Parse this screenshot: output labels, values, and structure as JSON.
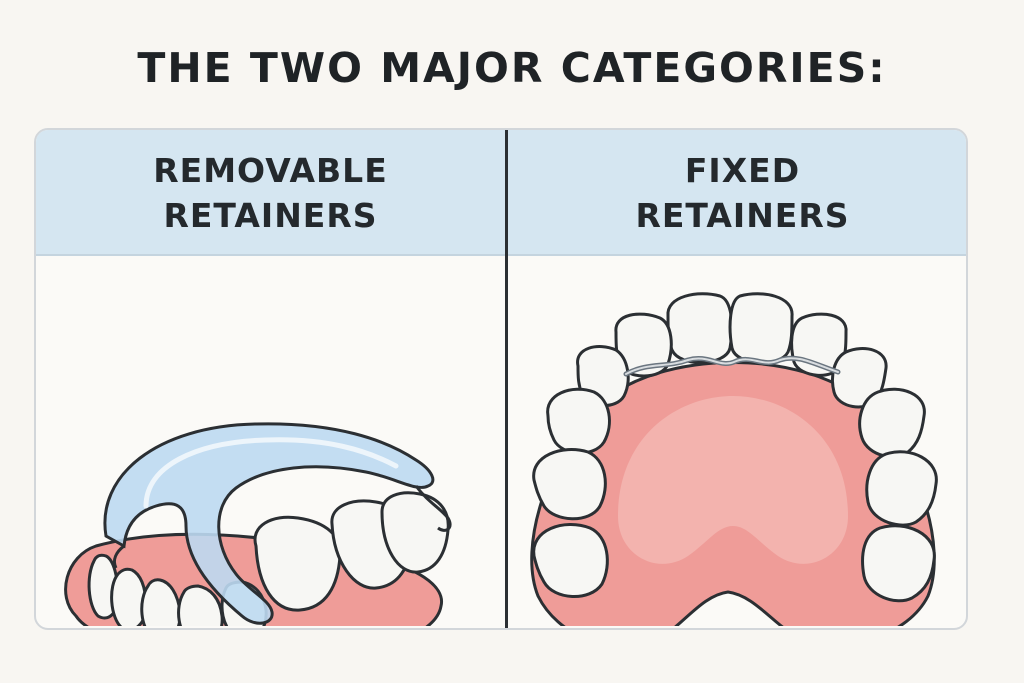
{
  "title": "THE TWO MAJOR CATEGORIES:",
  "columns": [
    {
      "line1": "REMOVABLE",
      "line2": "RETAINERS",
      "illustration": "removable-retainer-illustration"
    },
    {
      "line1": "FIXED",
      "line2": "RETAINERS",
      "illustration": "fixed-retainer-illustration"
    }
  ],
  "colors": {
    "header_band": "#d5e6f1",
    "gum": "#ef9c98",
    "tooth": "#f7f7f4",
    "retainer": "#bcd9f1",
    "outline": "#2b2f33"
  }
}
